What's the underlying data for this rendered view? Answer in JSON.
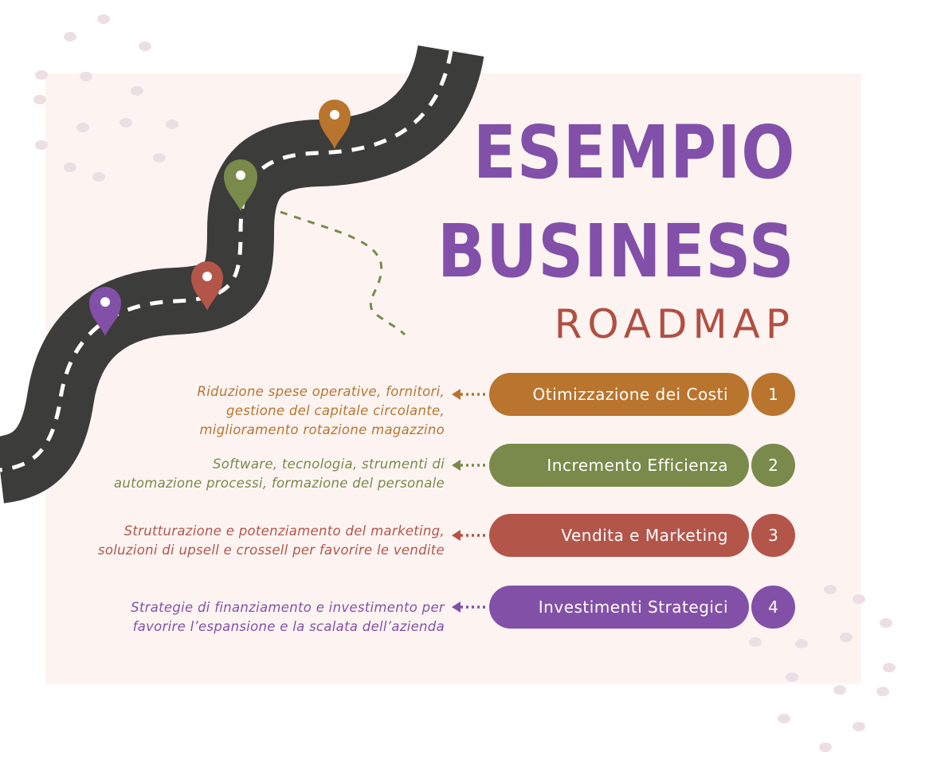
{
  "title": {
    "line1": "ESEMPIO",
    "line2": "BUSINESS",
    "line3": "ROADMAP"
  },
  "colors": {
    "title": "#8250a8",
    "subtitle": "#b24f42",
    "road": "#3c3c3a",
    "background_panel": "#fdf4f2",
    "dots": "#ecdfe3"
  },
  "steps": [
    {
      "number": "1",
      "label": "Otimizzazione dei Costi",
      "color": "#b9742e",
      "description": [
        "Riduzione spese operative, fornitori,",
        "gestione del capitale circolante,",
        "miglioramento rotazione magazzino"
      ]
    },
    {
      "number": "2",
      "label": "Incremento Efficienza",
      "color": "#798a4a",
      "description": [
        "Software, tecnologia, strumenti di",
        "automazione processi, formazione del personale"
      ]
    },
    {
      "number": "3",
      "label": "Vendita e Marketing",
      "color": "#b4554a",
      "description": [
        "Strutturazione e potenziamento del marketing,",
        "soluzioni di upsell e crossell per favorire le vendite"
      ]
    },
    {
      "number": "4",
      "label": "Investimenti Strategici",
      "color": "#8350a8",
      "description": [
        "Strategie di finanziamento e investimento per",
        "favorire l’espansione e la scalata dell’azienda"
      ]
    }
  ],
  "pins": [
    {
      "name": "pin-orange",
      "color": "#b9742e"
    },
    {
      "name": "pin-green",
      "color": "#798a4a"
    },
    {
      "name": "pin-red",
      "color": "#b4554a"
    },
    {
      "name": "pin-purple",
      "color": "#8350a8"
    }
  ]
}
